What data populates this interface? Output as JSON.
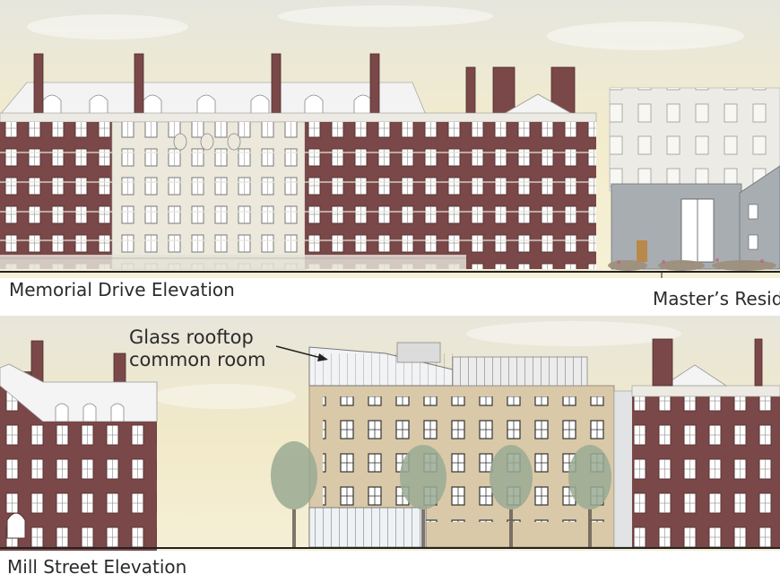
{
  "labels": {
    "memorial_drive": "Memorial Drive Elevation",
    "masters_residence": "Master’s Resid",
    "mill_street": "Mill Street Elevation",
    "glass_rooftop_line1": "Glass rooftop",
    "glass_rooftop_line2": "common room"
  },
  "colors": {
    "brick": "#7a4848",
    "limestone": "#ece8dc",
    "sky": "#efe7c5",
    "roof": "#f1f1f1",
    "stone_new": "#d9c9a8",
    "window": "#ffffff",
    "ground_line": "#222222",
    "text": "#2b2b2b"
  },
  "icons": [
    "tree-icon",
    "annotation-arrow-icon"
  ]
}
